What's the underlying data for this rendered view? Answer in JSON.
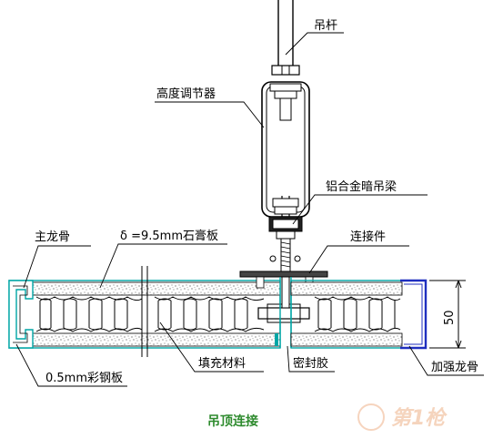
{
  "labels": {
    "hanger_rod": "吊杆",
    "height_adjuster": "高度调节器",
    "aluminum_beam": "铝合金暗吊梁",
    "connector": "连接件",
    "main_keel": "主龙骨",
    "gypsum_board": "δ =9.5mm石膏板",
    "steel_sheet": "0.5mm彩钢板",
    "filler": "填充材料",
    "sealant": "密封胶",
    "reinforced_keel": "加强龙骨",
    "dimension": "50"
  },
  "caption": "吊顶连接",
  "watermark": "第1枪",
  "colors": {
    "line": "#000000",
    "cyan_edge": "#00a6a6",
    "blue_keel": "#1f2fbf",
    "caption": "#2e8b2e"
  }
}
